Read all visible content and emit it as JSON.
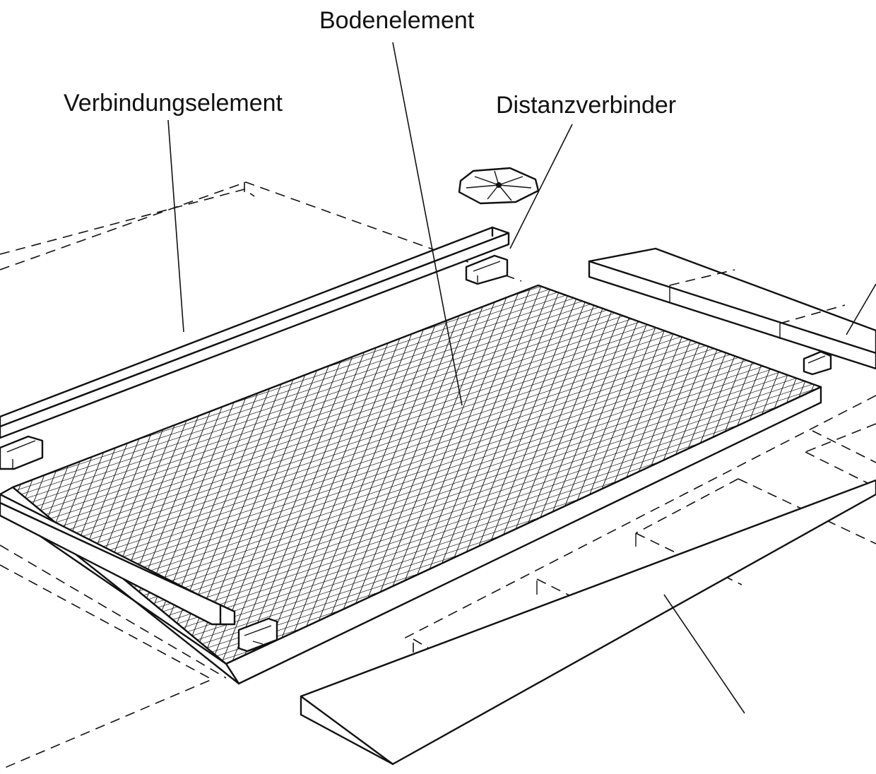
{
  "labels": {
    "floor_element": "Bodenelement",
    "connecting_element": "Verbindungselement",
    "spacer_connector": "Distanzverbinder"
  }
}
